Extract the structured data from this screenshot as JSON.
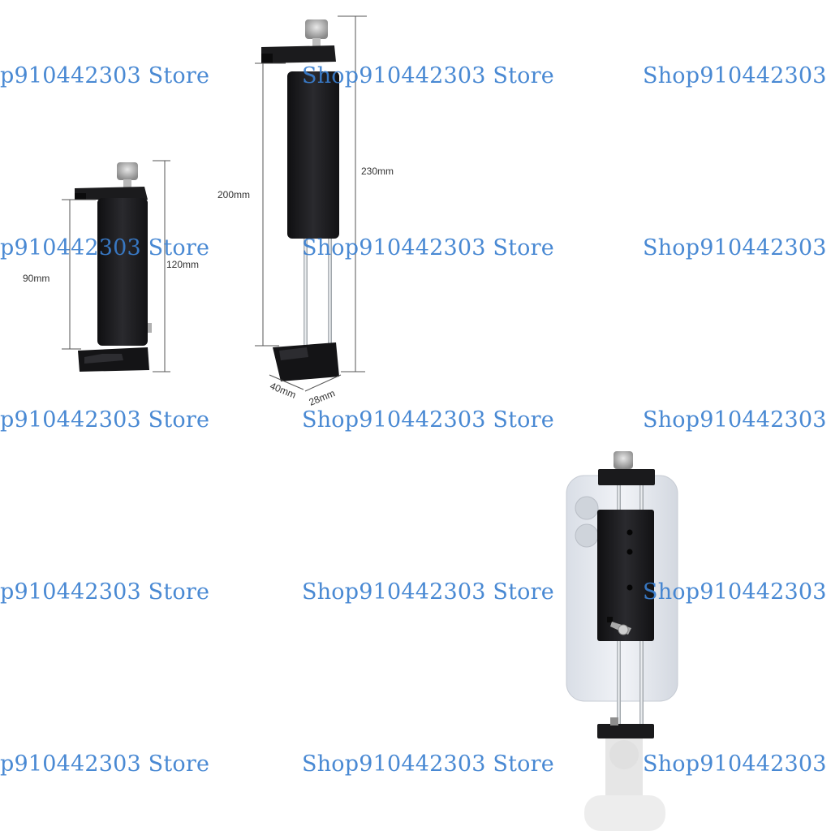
{
  "dimensions": {
    "small_height_outer": "120mm",
    "small_height_inner": "90mm",
    "large_height_outer": "230mm",
    "large_height_inner": "200mm",
    "base_width": "40mm",
    "base_depth": "28mm"
  },
  "watermark": {
    "text": "Shop910442303 Store",
    "cropped_left": "p910442303 Store",
    "cropped_right": "Shop910442303 S"
  },
  "colors": {
    "watermark": "#3a7fd0",
    "product_black": "#1c1c1e",
    "dimension_line": "#555555",
    "phone_body": "#e4e8ef"
  },
  "icons": [
    "thumb-screw-icon",
    "phone-camera-icon",
    "lever-icon"
  ]
}
